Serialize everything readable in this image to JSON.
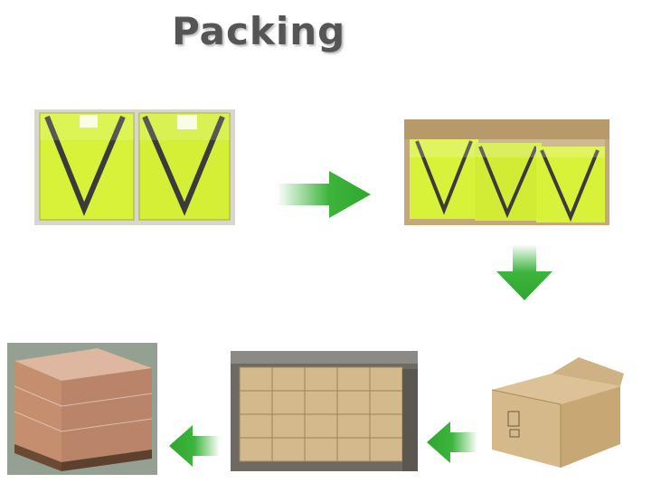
{
  "title": "Packing",
  "colors": {
    "title": "#555555",
    "arrow_green": "#3db53d",
    "arrow_light": "#e6f6e6",
    "vest_yellow": "#d7f238",
    "cardboard": "#d6b98a"
  },
  "steps": [
    {
      "image": "folded-vests-photo"
    },
    {
      "image": "vests-in-carton-photo"
    },
    {
      "image": "closed-carton-photo"
    },
    {
      "image": "stacked-cartons-photo"
    },
    {
      "image": "wrapped-pallet-photo"
    }
  ],
  "arrows": [
    {
      "icon": "arrow-right-icon"
    },
    {
      "icon": "arrow-down-icon"
    },
    {
      "icon": "arrow-left-icon"
    },
    {
      "icon": "arrow-left-icon"
    }
  ]
}
